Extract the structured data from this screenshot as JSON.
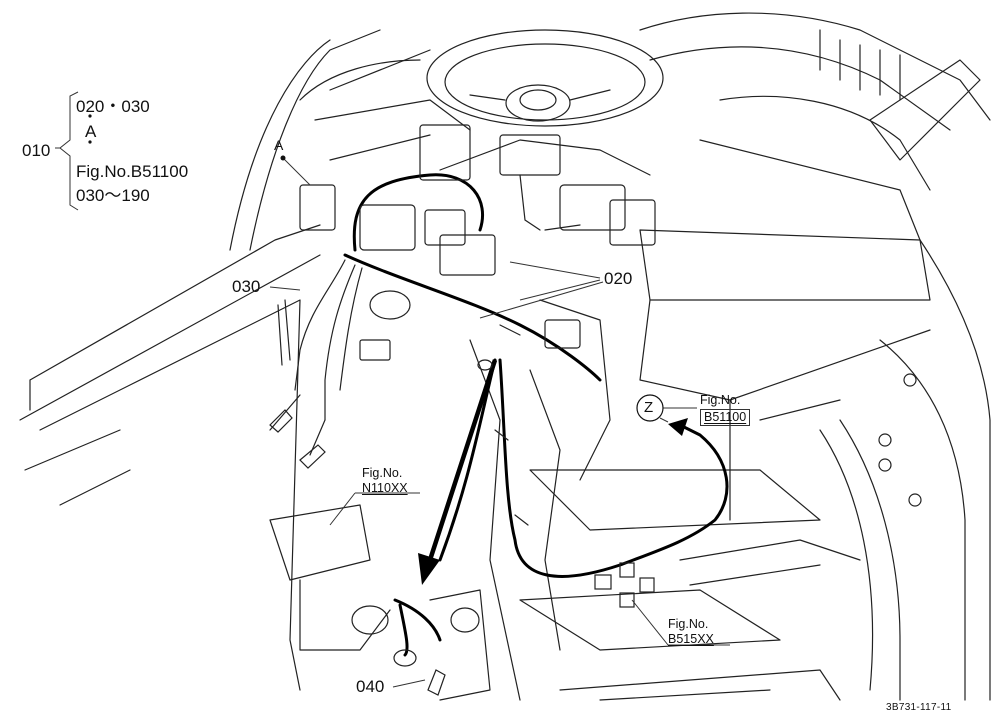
{
  "legend": {
    "code": "010",
    "line1": "020・030",
    "line2": "A",
    "line3": "Fig.No.B51100",
    "line4": "030～190"
  },
  "callouts": {
    "a": "A",
    "p030": "030",
    "p020": "020",
    "p040": "040",
    "z": "Z"
  },
  "fig_refs": {
    "b51100": {
      "fig": "Fig.No.",
      "code": "B51100"
    },
    "n110xx": {
      "fig": "Fig.No.",
      "code": "N110XX"
    },
    "b515xx": {
      "fig": "Fig.No.",
      "code": "B515XX"
    }
  },
  "footer": "3B731-117-11",
  "colors": {
    "ink": "#111111",
    "paper": "#ffffff"
  }
}
